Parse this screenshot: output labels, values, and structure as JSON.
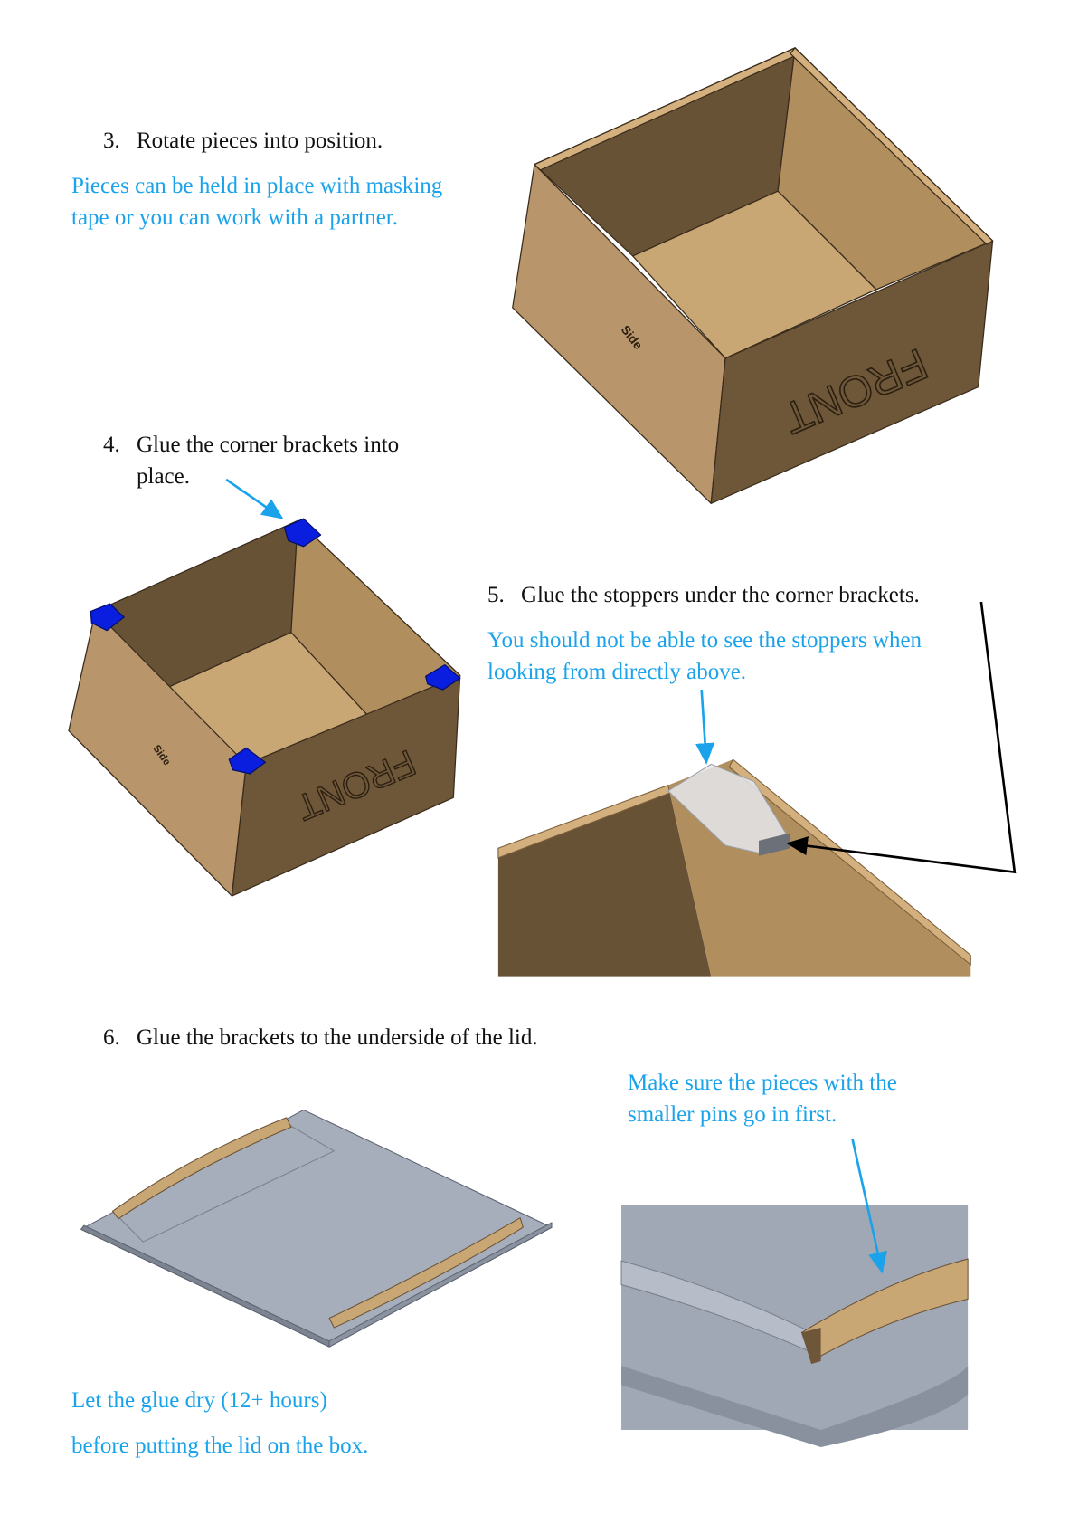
{
  "steps": [
    {
      "number": "3.",
      "text": "Rotate pieces into position.",
      "note": [
        "Pieces can be held in place with masking",
        "tape or you can work with a partner."
      ]
    },
    {
      "number": "4.",
      "text": [
        "Glue the corner brackets into",
        "place."
      ]
    },
    {
      "number": "5.",
      "text": "Glue the stoppers under the corner brackets.",
      "note": [
        "You should not be able to see the stoppers when",
        "looking from directly above."
      ]
    },
    {
      "number": "6.",
      "text": "Glue the brackets to the underside of the lid.",
      "note": [
        "Make sure the pieces with the",
        "smaller pins go in first."
      ]
    }
  ],
  "footer_note": [
    "Let the glue dry (12+ hours)",
    "before putting the lid on the box."
  ],
  "labels": {
    "front": "FRONT",
    "side": "Side"
  },
  "colors": {
    "note": "#1aa3ea",
    "bracket": "#0a1ee0",
    "wood_light": "#b8956a",
    "wood_dark": "#6b5338",
    "lid": "#a3abb9"
  }
}
